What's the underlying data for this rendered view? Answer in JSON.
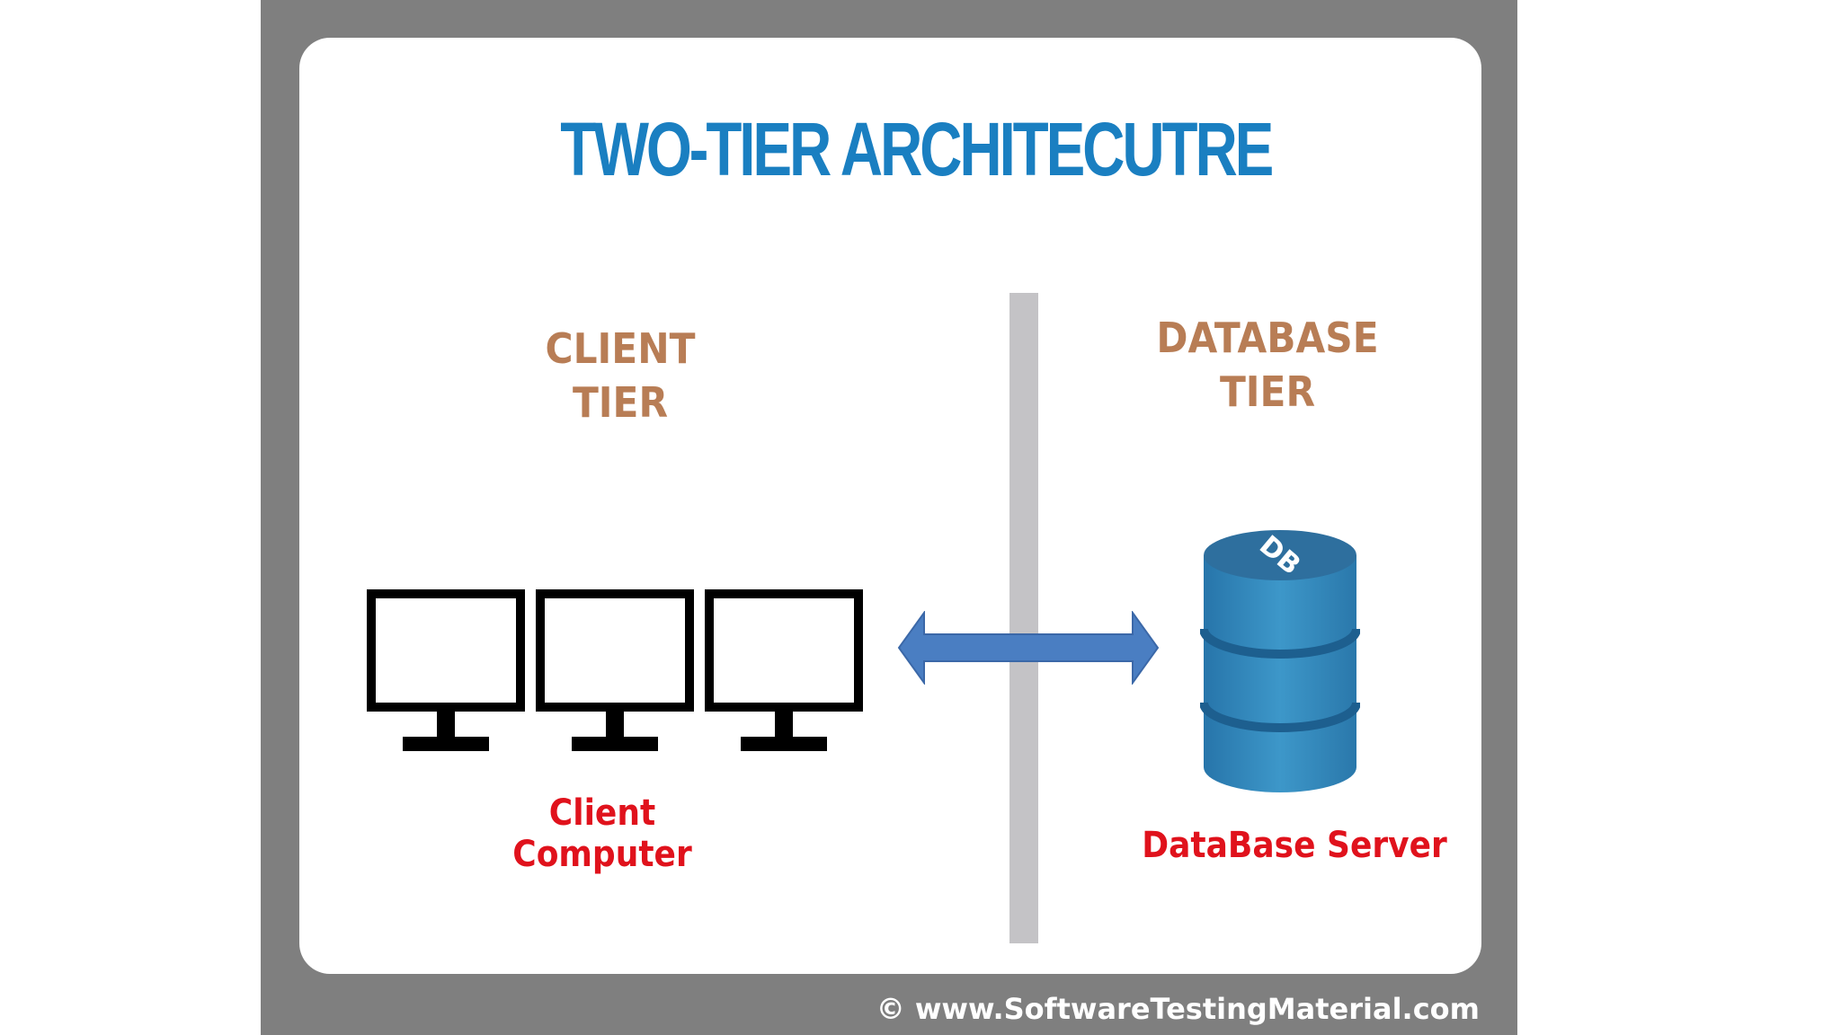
{
  "title": "TWO-TIER ARCHITECUTRE",
  "client_tier": {
    "line1": "CLIENT",
    "line2": "TIER",
    "caption": "Client Computer",
    "monitor_count": 3
  },
  "database_tier": {
    "line1": "DATABASE",
    "line2": "TIER",
    "caption": "DataBase Server",
    "db_label": "DB"
  },
  "connection": {
    "type": "bidirectional-arrow"
  },
  "copyright": "© www.SoftwareTestingMaterial.com",
  "colors": {
    "frame": "#7f7f7f",
    "title": "#1a7fc1",
    "tier_label": "#b87d55",
    "caption": "#e0121c",
    "divider": "#c4c3c6",
    "arrow": "#4a7ec2",
    "db_body": "#2f84b7"
  }
}
